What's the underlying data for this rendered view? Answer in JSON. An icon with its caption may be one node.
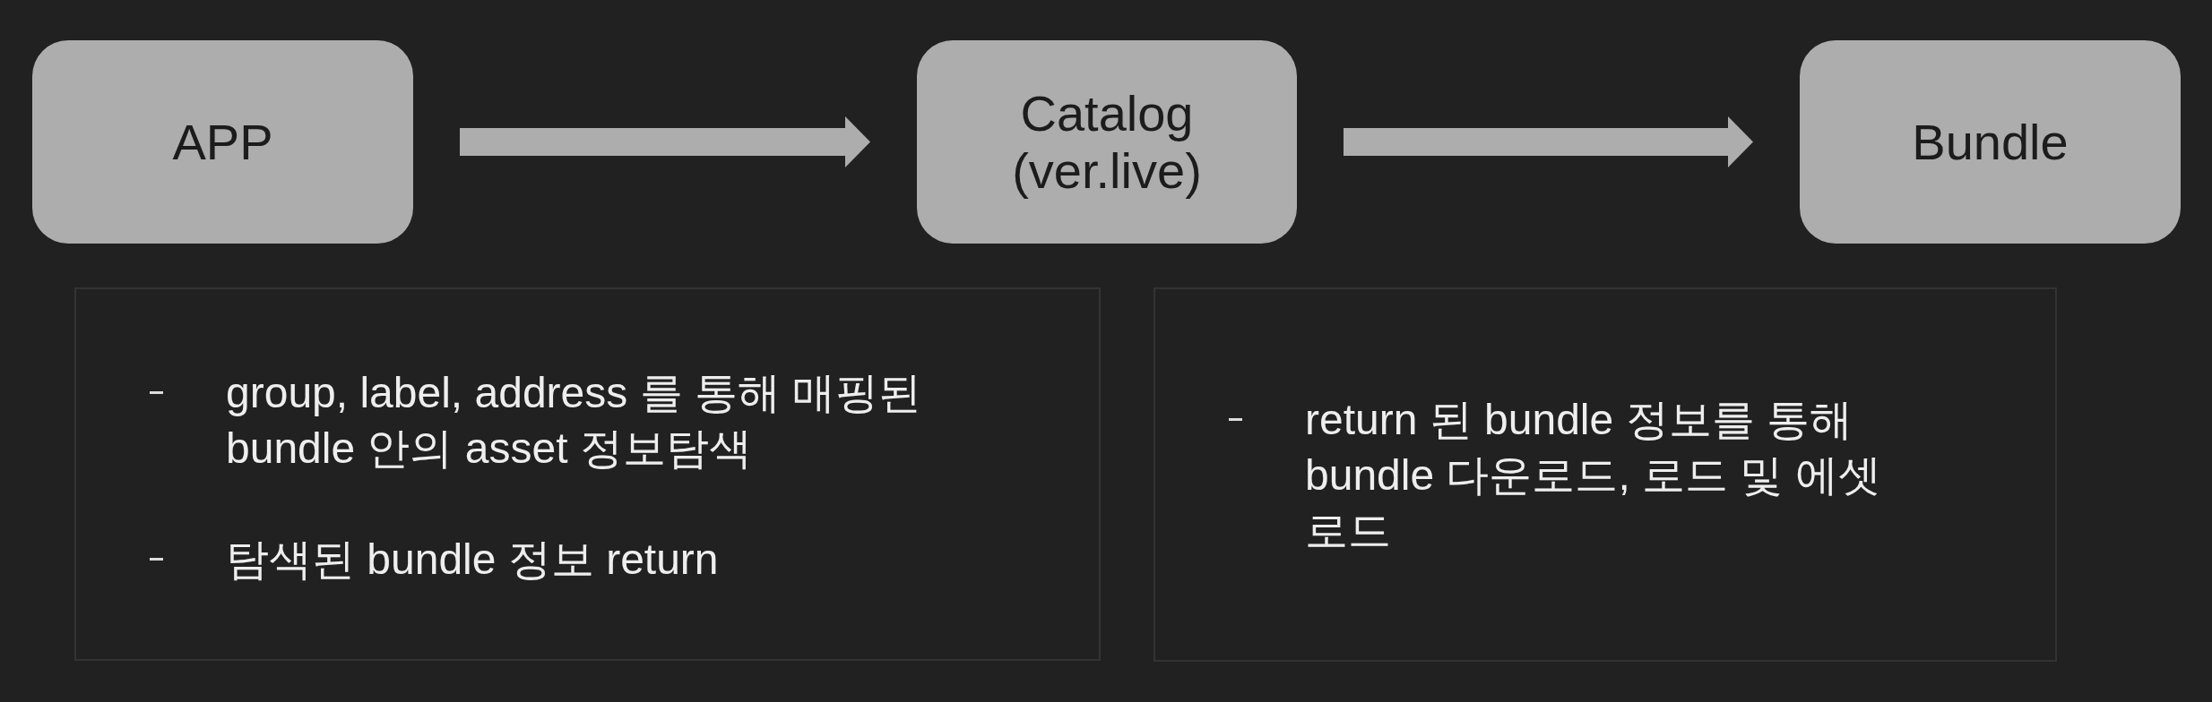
{
  "diagram": {
    "nodes": [
      {
        "text": [
          "APP"
        ]
      },
      {
        "text": [
          "Catalog (ver.live)"
        ]
      },
      {
        "text": [
          "Bundle"
        ]
      },
      {
        "text": [
          "group, label, address 를 통해 매핑된 bundle 안의 asset 정보탐색",
          "탐색된 bundle 정보 return"
        ]
      },
      {
        "text": [
          "return 된 bundle 정보를 통해 bundle 다운로드, 로드 및 에셋 로드"
        ]
      }
    ],
    "edges": [
      {
        "from": 0,
        "to": 1,
        "arrow": "to"
      },
      {
        "from": 1,
        "to": 2,
        "arrow": "to"
      }
    ]
  }
}
